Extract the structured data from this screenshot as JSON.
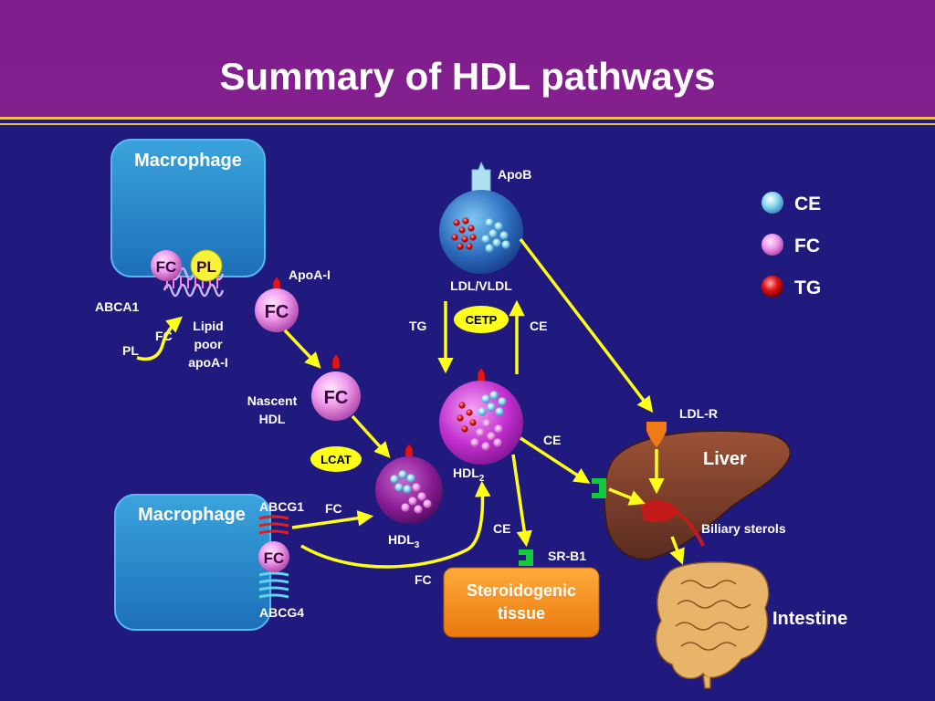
{
  "title": "Summary of HDL pathways",
  "legend": [
    {
      "label": "CE",
      "color": "#7fd6ef"
    },
    {
      "label": "FC",
      "color": "#f2a6ee"
    },
    {
      "label": "TG",
      "color": "#e01010"
    }
  ],
  "boxes": {
    "macrophage_top": "Macrophage",
    "macrophage_bottom": "Macrophage",
    "steroidogenic_line1": "Steroidogenic",
    "steroidogenic_line2": "tissue"
  },
  "organs": {
    "liver": "Liver",
    "intestine": "Intestine"
  },
  "particles": {
    "fc": "FC",
    "pl": "PL",
    "apoa1": "ApoA-I",
    "lipid_poor_1": "Lipid",
    "lipid_poor_2": "poor",
    "lipid_poor_3": "apoA-I",
    "nascent_1": "Nascent",
    "nascent_2": "HDL",
    "hdl3": "HDL",
    "hdl3_sub": "3",
    "hdl2": "HDL",
    "hdl2_sub": "2",
    "ldl_vldl": "LDL/VLDL",
    "apob": "ApoB"
  },
  "enzymes": {
    "lcat": "LCAT",
    "cetp": "CETP"
  },
  "transporters": {
    "abca1": "ABCA1",
    "abcg1": "ABCG1",
    "abcg4": "ABCG4",
    "sr_b1": "SR-B1",
    "ldl_r": "LDL-R"
  },
  "flow_labels": {
    "pl": "PL",
    "fc": "FC",
    "tg": "TG",
    "ce": "CE",
    "biliary": "Biliary sterols"
  }
}
